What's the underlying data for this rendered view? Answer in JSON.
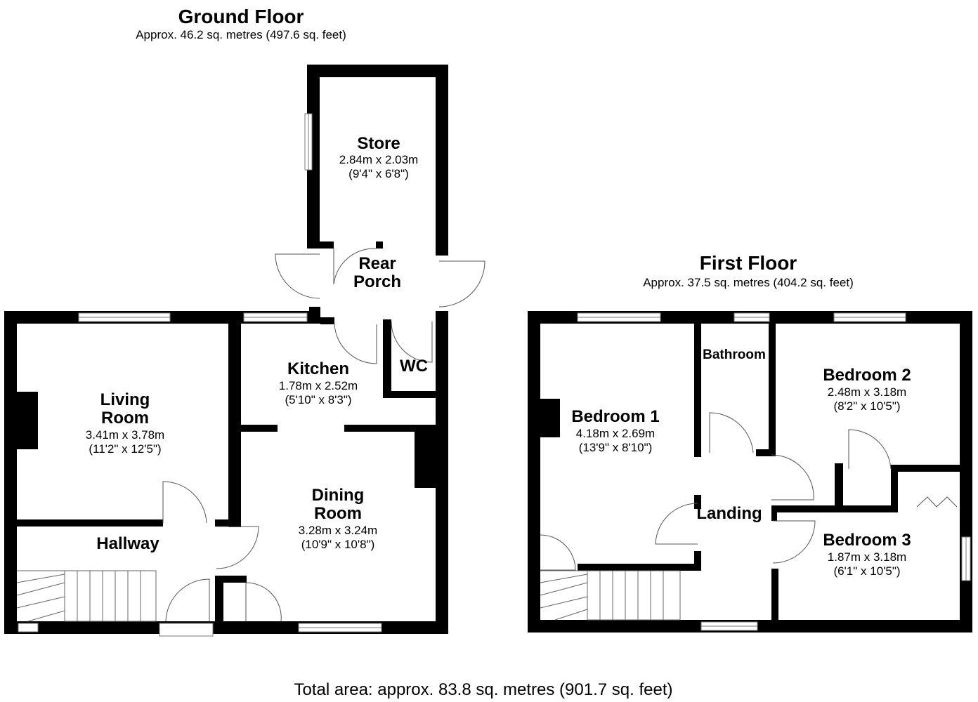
{
  "ground_floor": {
    "title": "Ground Floor",
    "area": "Approx. 46.2 sq. metres (497.6 sq. feet)",
    "rooms": {
      "store": {
        "name": "Store",
        "metric": "2.84m x 2.03m",
        "imperial": "(9'4\" x 6'8\")"
      },
      "rear_porch": {
        "name_line1": "Rear",
        "name_line2": "Porch"
      },
      "kitchen": {
        "name": "Kitchen",
        "metric": "1.78m x 2.52m",
        "imperial": "(5'10\" x 8'3\")"
      },
      "wc": {
        "name": "WC"
      },
      "living_room": {
        "name_line1": "Living",
        "name_line2": "Room",
        "metric": "3.41m x 3.78m",
        "imperial": "(11'2\" x 12'5\")"
      },
      "dining_room": {
        "name_line1": "Dining",
        "name_line2": "Room",
        "metric": "3.28m x 3.24m",
        "imperial": "(10'9\" x 10'8\")"
      },
      "hallway": {
        "name": "Hallway"
      }
    }
  },
  "first_floor": {
    "title": "First Floor",
    "area": "Approx. 37.5 sq. metres (404.2 sq. feet)",
    "rooms": {
      "bathroom": {
        "name": "Bathroom"
      },
      "bedroom1": {
        "name": "Bedroom 1",
        "metric": "4.18m x 2.69m",
        "imperial": "(13'9\" x 8'10\")"
      },
      "bedroom2": {
        "name": "Bedroom 2",
        "metric": "2.48m x 3.18m",
        "imperial": "(8'2\" x 10'5\")"
      },
      "bedroom3": {
        "name": "Bedroom 3",
        "metric": "1.87m x 3.18m",
        "imperial": "(6'1\" x 10'5\")"
      },
      "landing": {
        "name": "Landing"
      }
    }
  },
  "total_area": "Total area: approx. 83.8 sq. metres (901.7 sq. feet)",
  "colors": {
    "wall": "#000000",
    "background": "#ffffff",
    "fixture_line": "#777777"
  }
}
